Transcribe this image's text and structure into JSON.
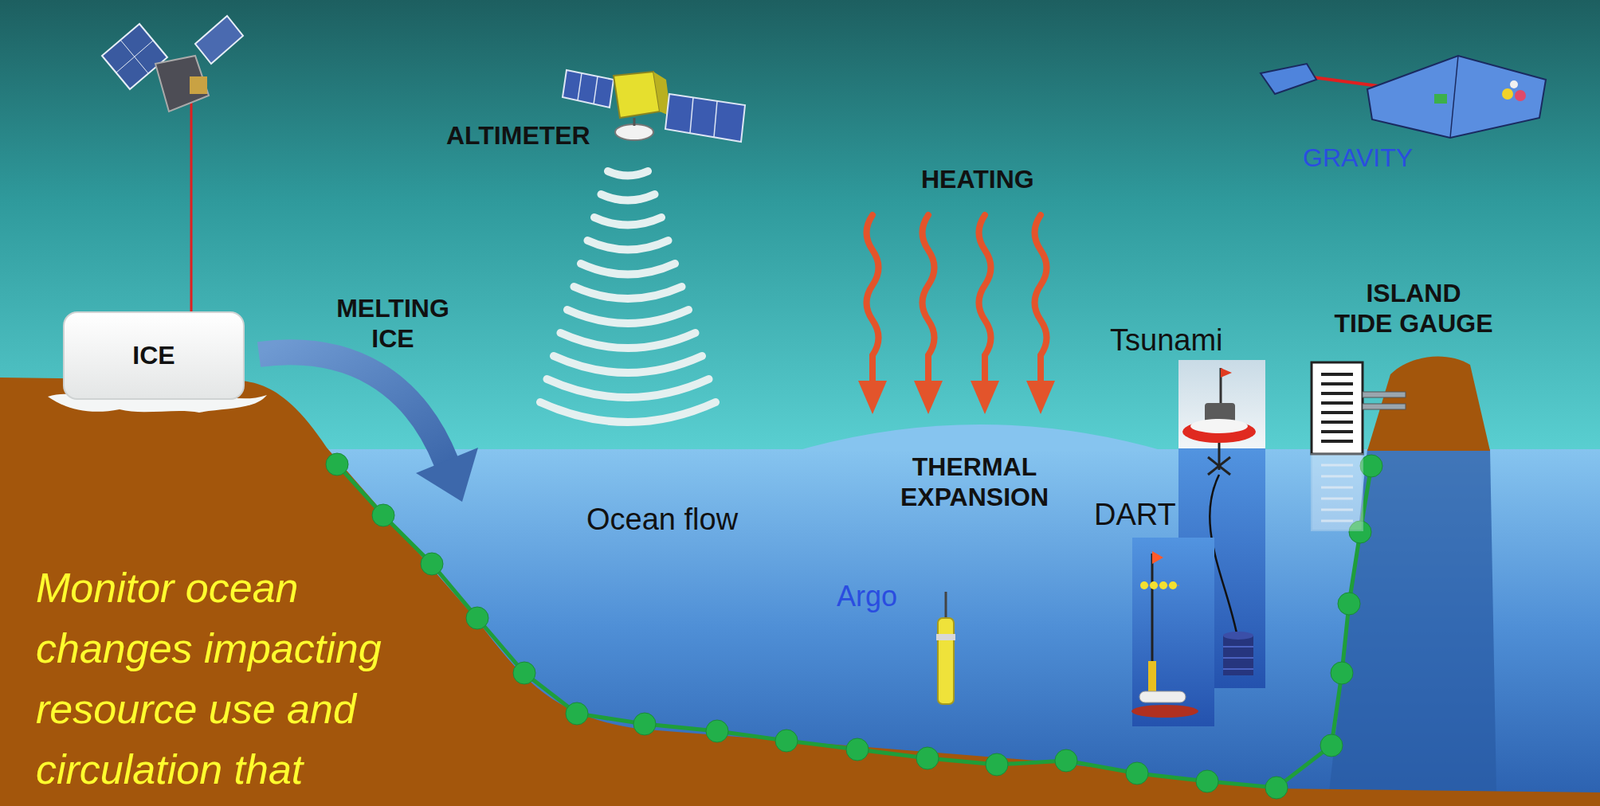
{
  "diagram": {
    "nodes": [
      {
        "text": [
          "ICE"
        ]
      }
    ],
    "labels": [
      "MELTING ICE",
      "ALTIMETER",
      "HEATING",
      "THERMAL EXPANSION",
      "Ocean flow",
      "Argo",
      "Tsunami",
      "DART",
      "ISLAND TIDE GAUGE",
      "GRAVITY",
      "Monitor ocean changes impacting resource use and circulation that"
    ]
  }
}
